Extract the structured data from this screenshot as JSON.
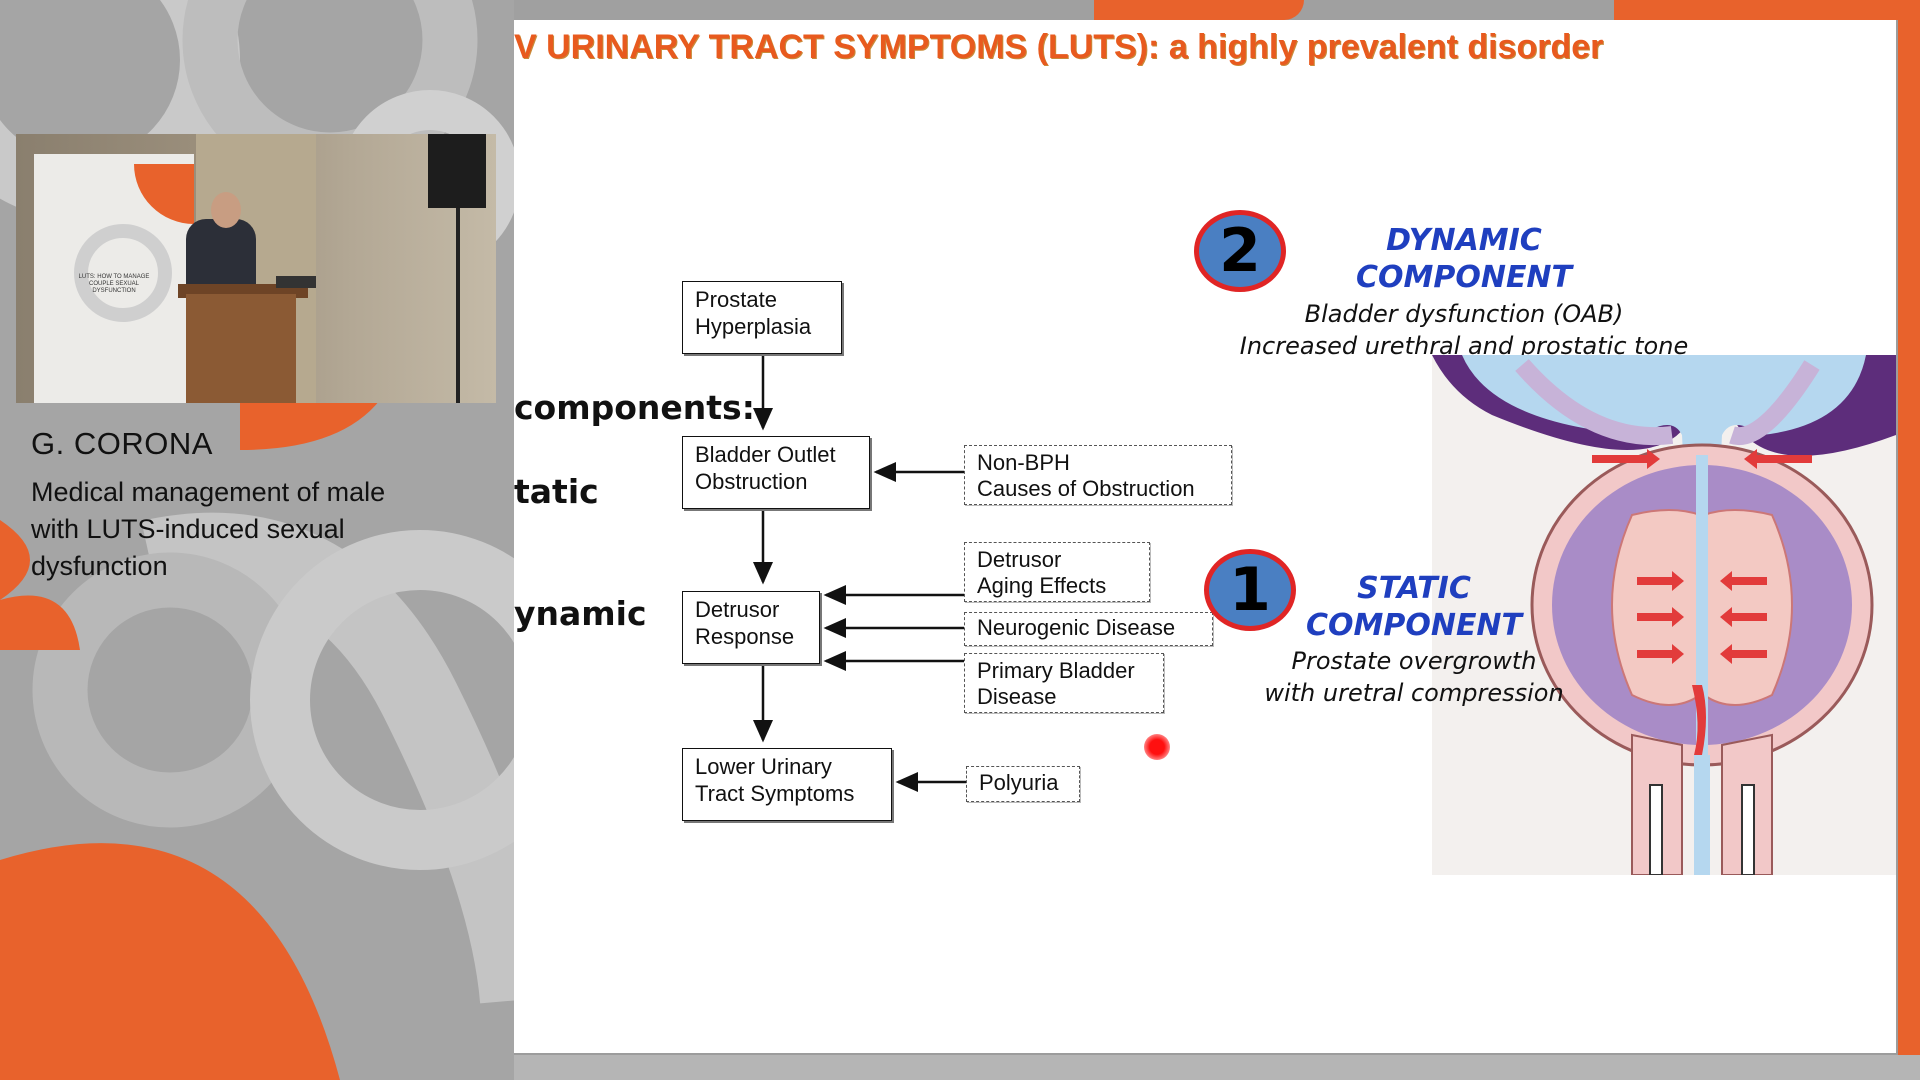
{
  "presenter": {
    "name": "G. CORONA",
    "talk_title": "Medical management of male with LUTS-induced sexual dysfunction"
  },
  "video": {
    "banner_text": "LUTS: HOW TO MANAGE COUPLE SEXUAL DYSFUNCTION"
  },
  "slide": {
    "title": "V URINARY TRACT SYMPTOMS (LUTS): a highly prevalent disorder",
    "side_labels": [
      "components:",
      "tatic",
      "ynamic"
    ],
    "flowchart": {
      "main": [
        [
          "Prostate",
          "Hyperplasia"
        ],
        [
          "Bladder Outlet",
          "Obstruction"
        ],
        [
          "Detrusor",
          "Response"
        ],
        [
          "Lower Urinary",
          "Tract Symptoms"
        ]
      ],
      "side": [
        [
          "Non-BPH",
          "Causes of Obstruction"
        ],
        [
          "Detrusor",
          "Aging Effects"
        ],
        [
          "Neurogenic Disease"
        ],
        [
          "Primary Bladder",
          "Disease"
        ],
        [
          "Polyuria"
        ]
      ]
    },
    "dynamic": {
      "number": "2",
      "title_line1": "DYNAMIC",
      "title_line2": "COMPONENT",
      "desc_line1": "Bladder dysfunction (OAB)",
      "desc_line2": "Increased urethral and prostatic tone"
    },
    "static": {
      "number": "1",
      "title_line1": "STATIC",
      "title_line2": "COMPONENT",
      "desc_line1": "Prostate overgrowth",
      "desc_line2": "with uretral compression"
    }
  },
  "colors": {
    "accent_orange": "#e8622c",
    "title_orange": "#e85a1e",
    "component_blue": "#1f3fbf",
    "badge_blue": "#4a7fc2",
    "badge_red": "#e02525"
  }
}
